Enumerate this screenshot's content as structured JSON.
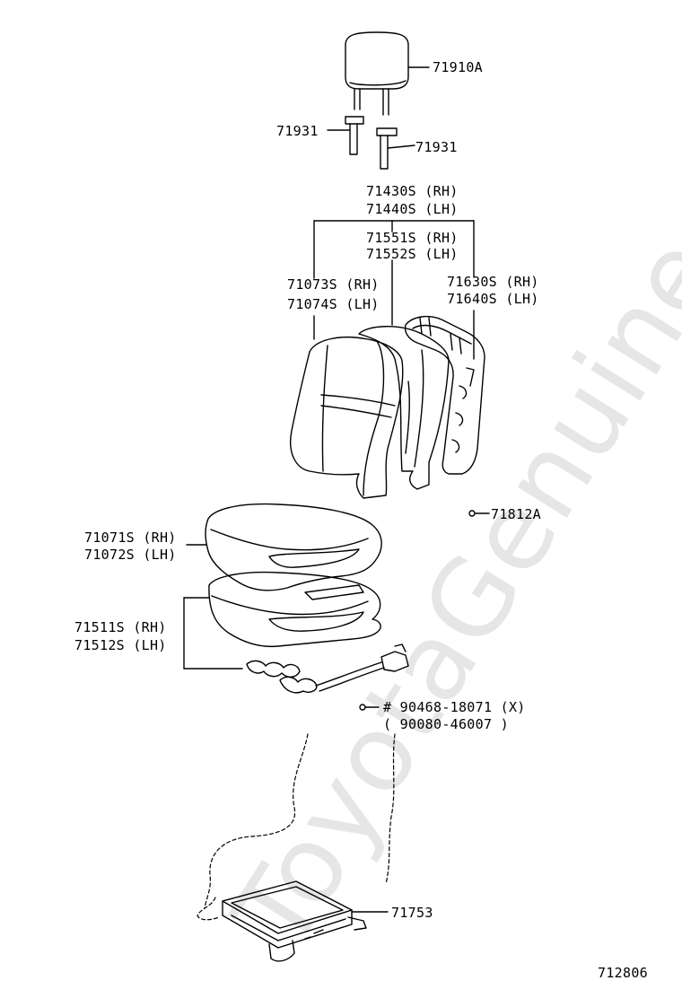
{
  "watermark": "ToyotaGenuine.ru",
  "parts": {
    "headrest": "71910A",
    "guide_left": "71931",
    "guide_right": "71931",
    "back_cover_rh": "71430S (RH)",
    "back_cover_lh": "71440S (LH)",
    "back_pad_rh": "71551S (RH)",
    "back_pad_lh": "71552S (LH)",
    "back_frame_rh": "71630S (RH)",
    "back_frame_lh": "71640S (LH)",
    "back_assy_rh": "71073S (RH)",
    "back_assy_lh": "71074S (LH)",
    "clip": "71812A",
    "cushion_assy_rh": "71071S (RH)",
    "cushion_assy_lh": "71072S (LH)",
    "cushion_pad_rh": "71511S (RH)",
    "cushion_pad_lh": "71512S (LH)",
    "bolt_a": "# 90468-18071 (X)",
    "bolt_b": "( 90080-46007 )",
    "frame": "71753"
  },
  "diagram_id": "712806"
}
